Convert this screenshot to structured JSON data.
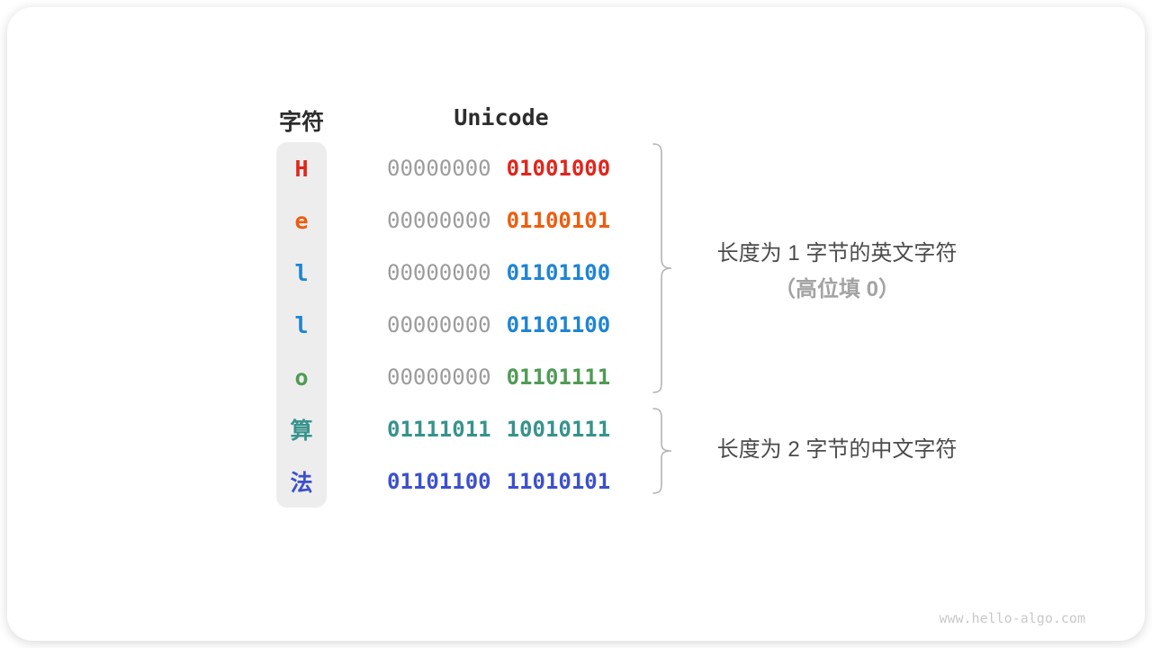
{
  "table": {
    "char_header": "字符",
    "unicode_header": "Unicode",
    "rows": [
      {
        "char": "H",
        "color": "#e1251b",
        "byte1": "00000000",
        "byte2": "01001000"
      },
      {
        "char": "e",
        "color": "#ef5c0d",
        "byte1": "00000000",
        "byte2": "01100101"
      },
      {
        "char": "l",
        "color": "#1e84d4",
        "byte1": "00000000",
        "byte2": "01101100"
      },
      {
        "char": "l",
        "color": "#1e84d4",
        "byte1": "00000000",
        "byte2": "01101100"
      },
      {
        "char": "o",
        "color": "#4f9b55",
        "byte1": "00000000",
        "byte2": "01101111"
      },
      {
        "char": "算",
        "color": "#37938c",
        "byte1": "01111011",
        "byte2": "10010111"
      },
      {
        "char": "法",
        "color": "#3c50cd",
        "byte1": "01101100",
        "byte2": "11010101"
      }
    ]
  },
  "annotations": {
    "group1_line1": "长度为 1 字节的英文字符",
    "group1_line2": "（高位填 0）",
    "group2": "长度为 2 字节的中文字符"
  },
  "watermark": "www.hello-algo.com",
  "colors": {
    "padding_zero": "#9c9c9c",
    "brace": "#b4b4b4",
    "pill_background": "#ededed",
    "header_text": "#2d2d2d",
    "label_primary": "#4b4b4b",
    "label_secondary": "#a3a3a3",
    "watermark": "#c9c9c9"
  }
}
